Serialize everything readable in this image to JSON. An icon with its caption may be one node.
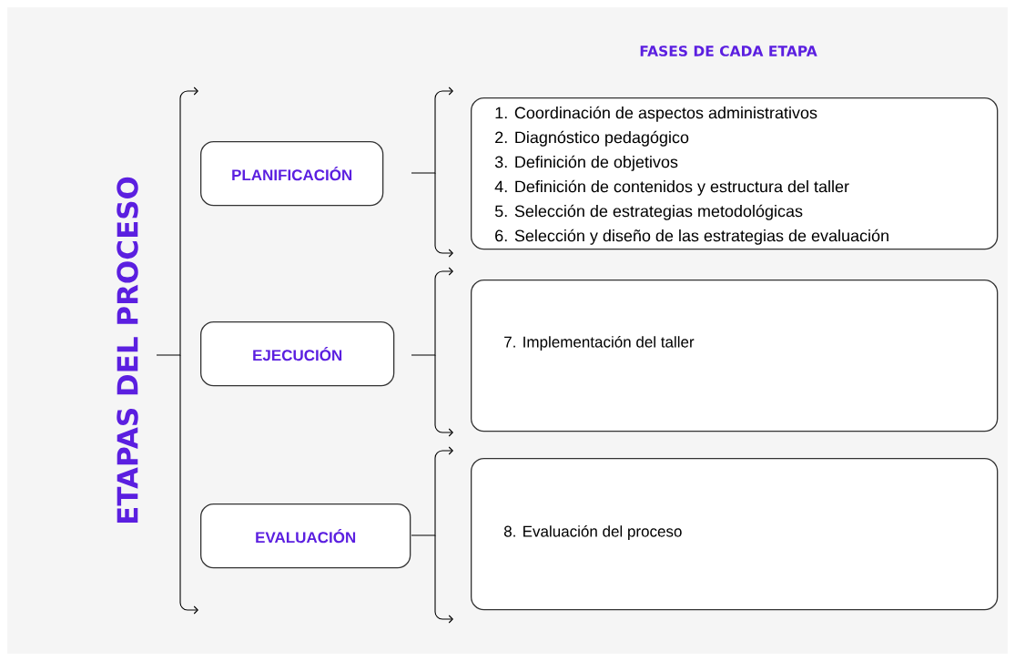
{
  "diagram": {
    "title": "FASES  DE CADA ETAPA",
    "nodes": [
      {
        "text": [
          "ETAPAS DEL PROCESO"
        ]
      },
      {
        "text": [
          "PLANIFICACIÓN"
        ]
      },
      {
        "text": [
          "1. Coordinación de aspectos administrativos",
          "2. Diagnóstico pedagógico",
          "3. Definición de objetivos",
          "4. Definición de contenidos y estructura del taller",
          "5. Selección de estrategias metodológicas",
          "6. Selección y diseño de las estrategias de evaluación"
        ]
      },
      {
        "text": [
          "EJECUCIÓN"
        ]
      },
      {
        "text": [
          "7. Implementación del taller"
        ]
      },
      {
        "text": [
          "EVALUACIÓN"
        ]
      },
      {
        "text": [
          "8. Evaluación del proceso"
        ]
      }
    ]
  }
}
